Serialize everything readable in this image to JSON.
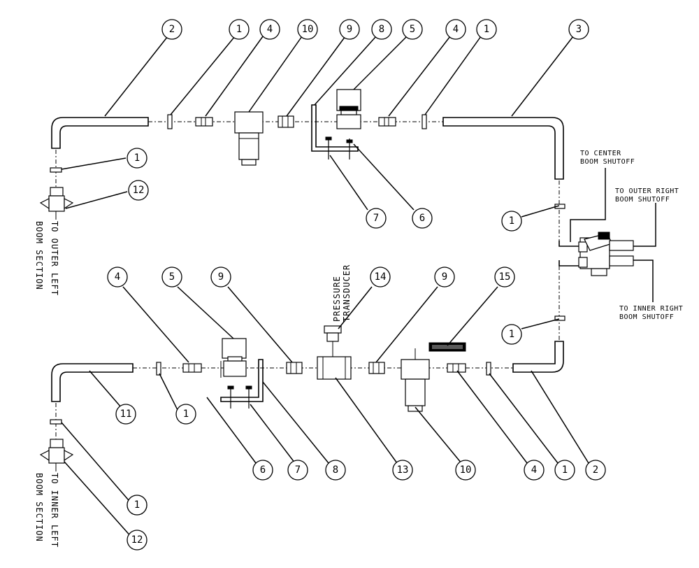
{
  "balloons": [
    "2",
    "1",
    "4",
    "10",
    "9",
    "8",
    "5",
    "4",
    "1",
    "3",
    "1",
    "12",
    "7",
    "6",
    "1",
    "1",
    "4",
    "5",
    "9",
    "14",
    "9",
    "15",
    "1",
    "11",
    "1",
    "6",
    "7",
    "8",
    "13",
    "10",
    "4",
    "1",
    "2",
    "1",
    "12"
  ],
  "notes": {
    "center_shutoff_1": "TO CENTER",
    "center_shutoff_2": "BOOM SHUTOFF",
    "outer_right_1": "TO OUTER RIGHT",
    "outer_right_2": "BOOM SHUTOFF",
    "inner_right_1": "TO INNER RIGHT",
    "inner_right_2": "BOOM SHUTOFF",
    "outer_left_1": "TO OUTER LEFT",
    "outer_left_2": "BOOM SECTION",
    "inner_left_1": "TO INNER LEFT",
    "inner_left_2": "BOOM SECTION",
    "transducer_1": "PRESSURE",
    "transducer_2": "TRANSDUCER"
  },
  "colors": {
    "ink": "#000000",
    "paper": "#ffffff"
  }
}
